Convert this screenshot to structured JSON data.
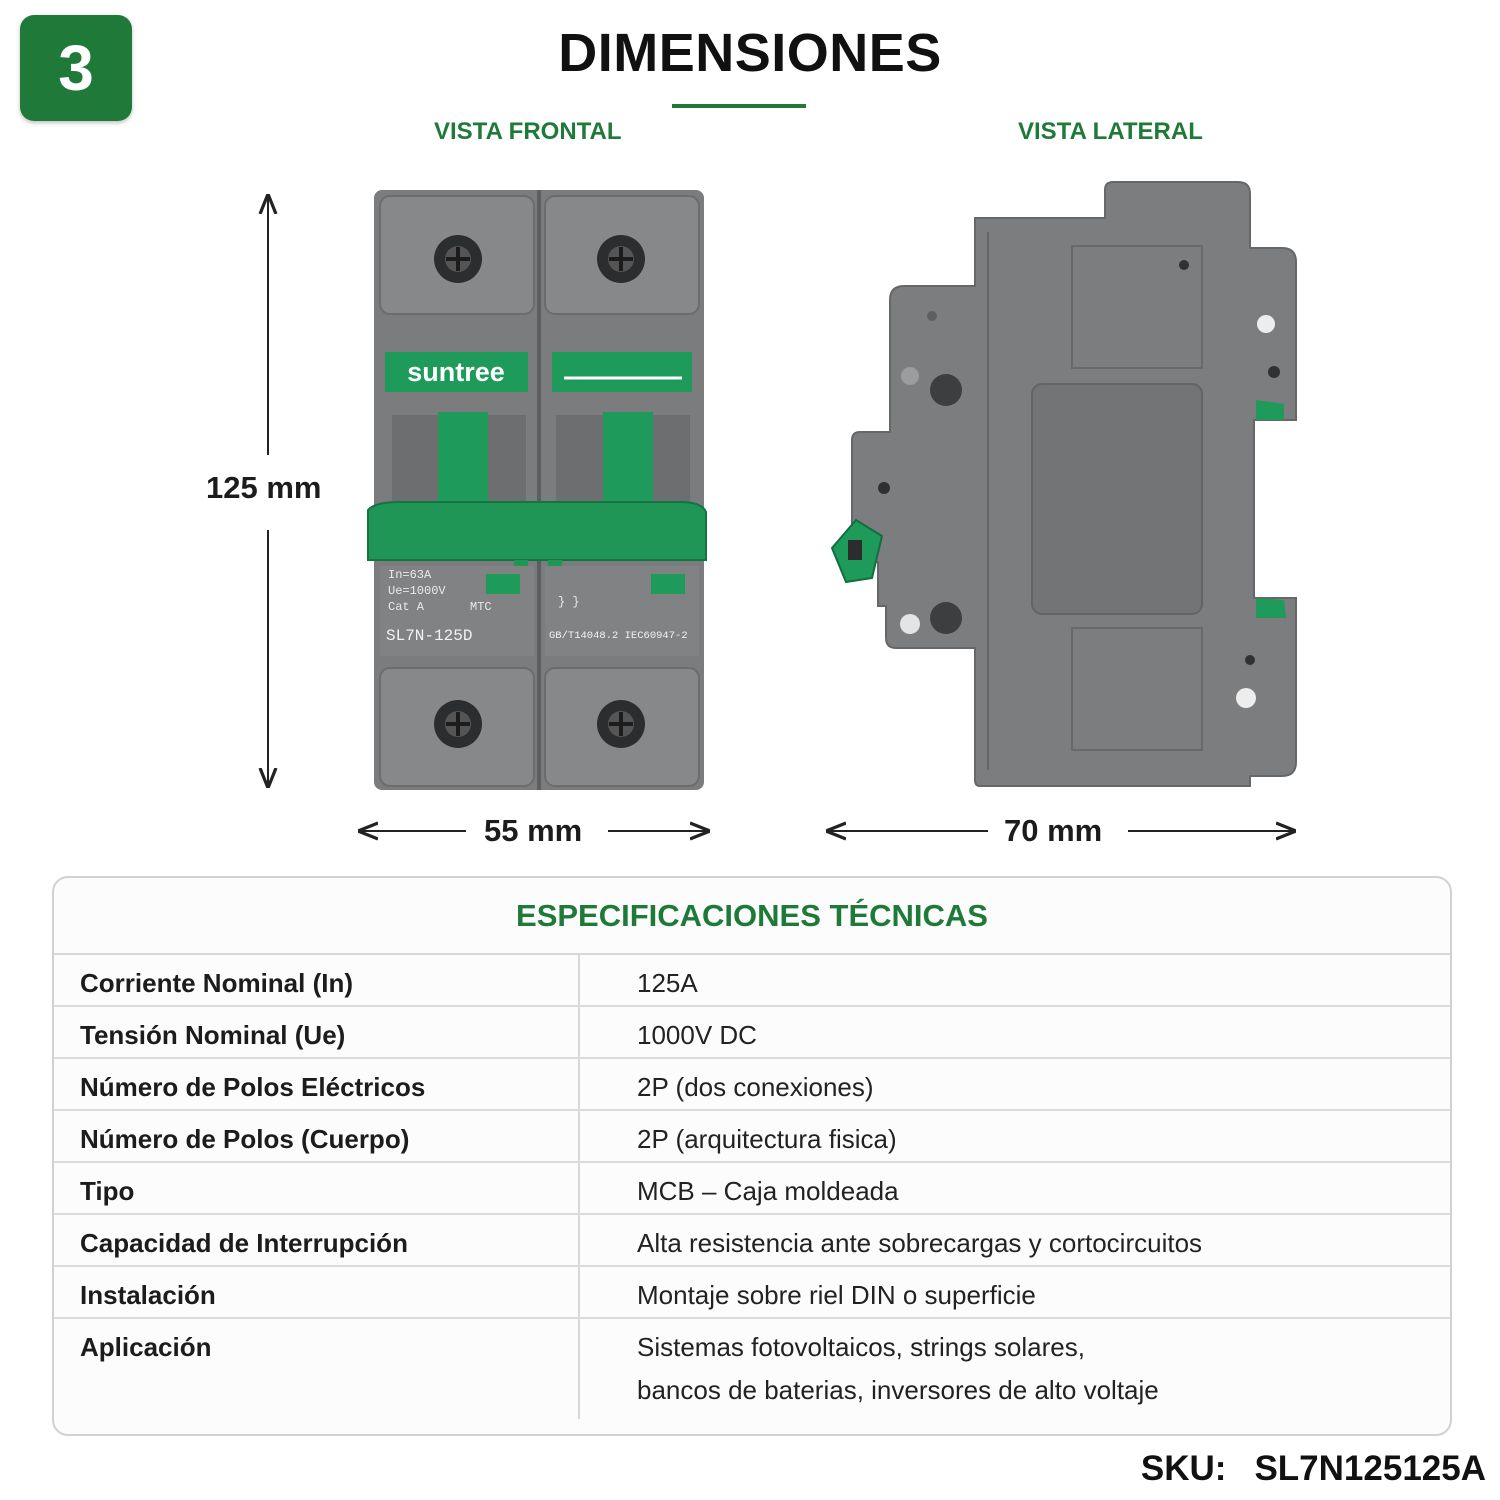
{
  "badge": {
    "number": "3"
  },
  "header": {
    "title": "DIMENSIONES"
  },
  "views": {
    "front_label": "VISTA FRONTAL",
    "side_label": "VISTA LATERAL"
  },
  "dimensions": {
    "height": "125 mm",
    "width": "55 mm",
    "depth": "70 mm"
  },
  "breaker": {
    "brand": "suntree",
    "model": "SL7N-125D",
    "standards": "GB/T14048.2 IEC60947-2"
  },
  "specs": {
    "title": "ESPECIFICACIONES TÉCNICAS",
    "rows": [
      {
        "label": "Corriente Nominal (In)",
        "value": "125A"
      },
      {
        "label": "Tensión Nominal (Ue)",
        "value": "1000V DC"
      },
      {
        "label": "Número de Polos Eléctricos",
        "value": "2P (dos conexiones)"
      },
      {
        "label": "Número de Polos (Cuerpo)",
        "value": "2P (arquitectura fisica)"
      },
      {
        "label": "Tipo",
        "value": "MCB – Caja moldeada"
      },
      {
        "label": "Capacidad de Interrupción",
        "value": "Alta resistencia ante sobrecargas y cortocircuitos"
      },
      {
        "label": "Instalación",
        "value": "Montaje sobre riel DIN o superficie"
      },
      {
        "label": "Aplicación",
        "value": "Sistemas fotovoltaicos, strings solares,",
        "value2": "bancos de baterias, inversores de alto voltaje"
      }
    ]
  },
  "sku": {
    "label": "SKU:",
    "code": "SL7N125125A"
  },
  "colors": {
    "accent": "#1f7a3a",
    "body_gray": "#7b7d7f",
    "handle_green": "#1e9a5a"
  }
}
